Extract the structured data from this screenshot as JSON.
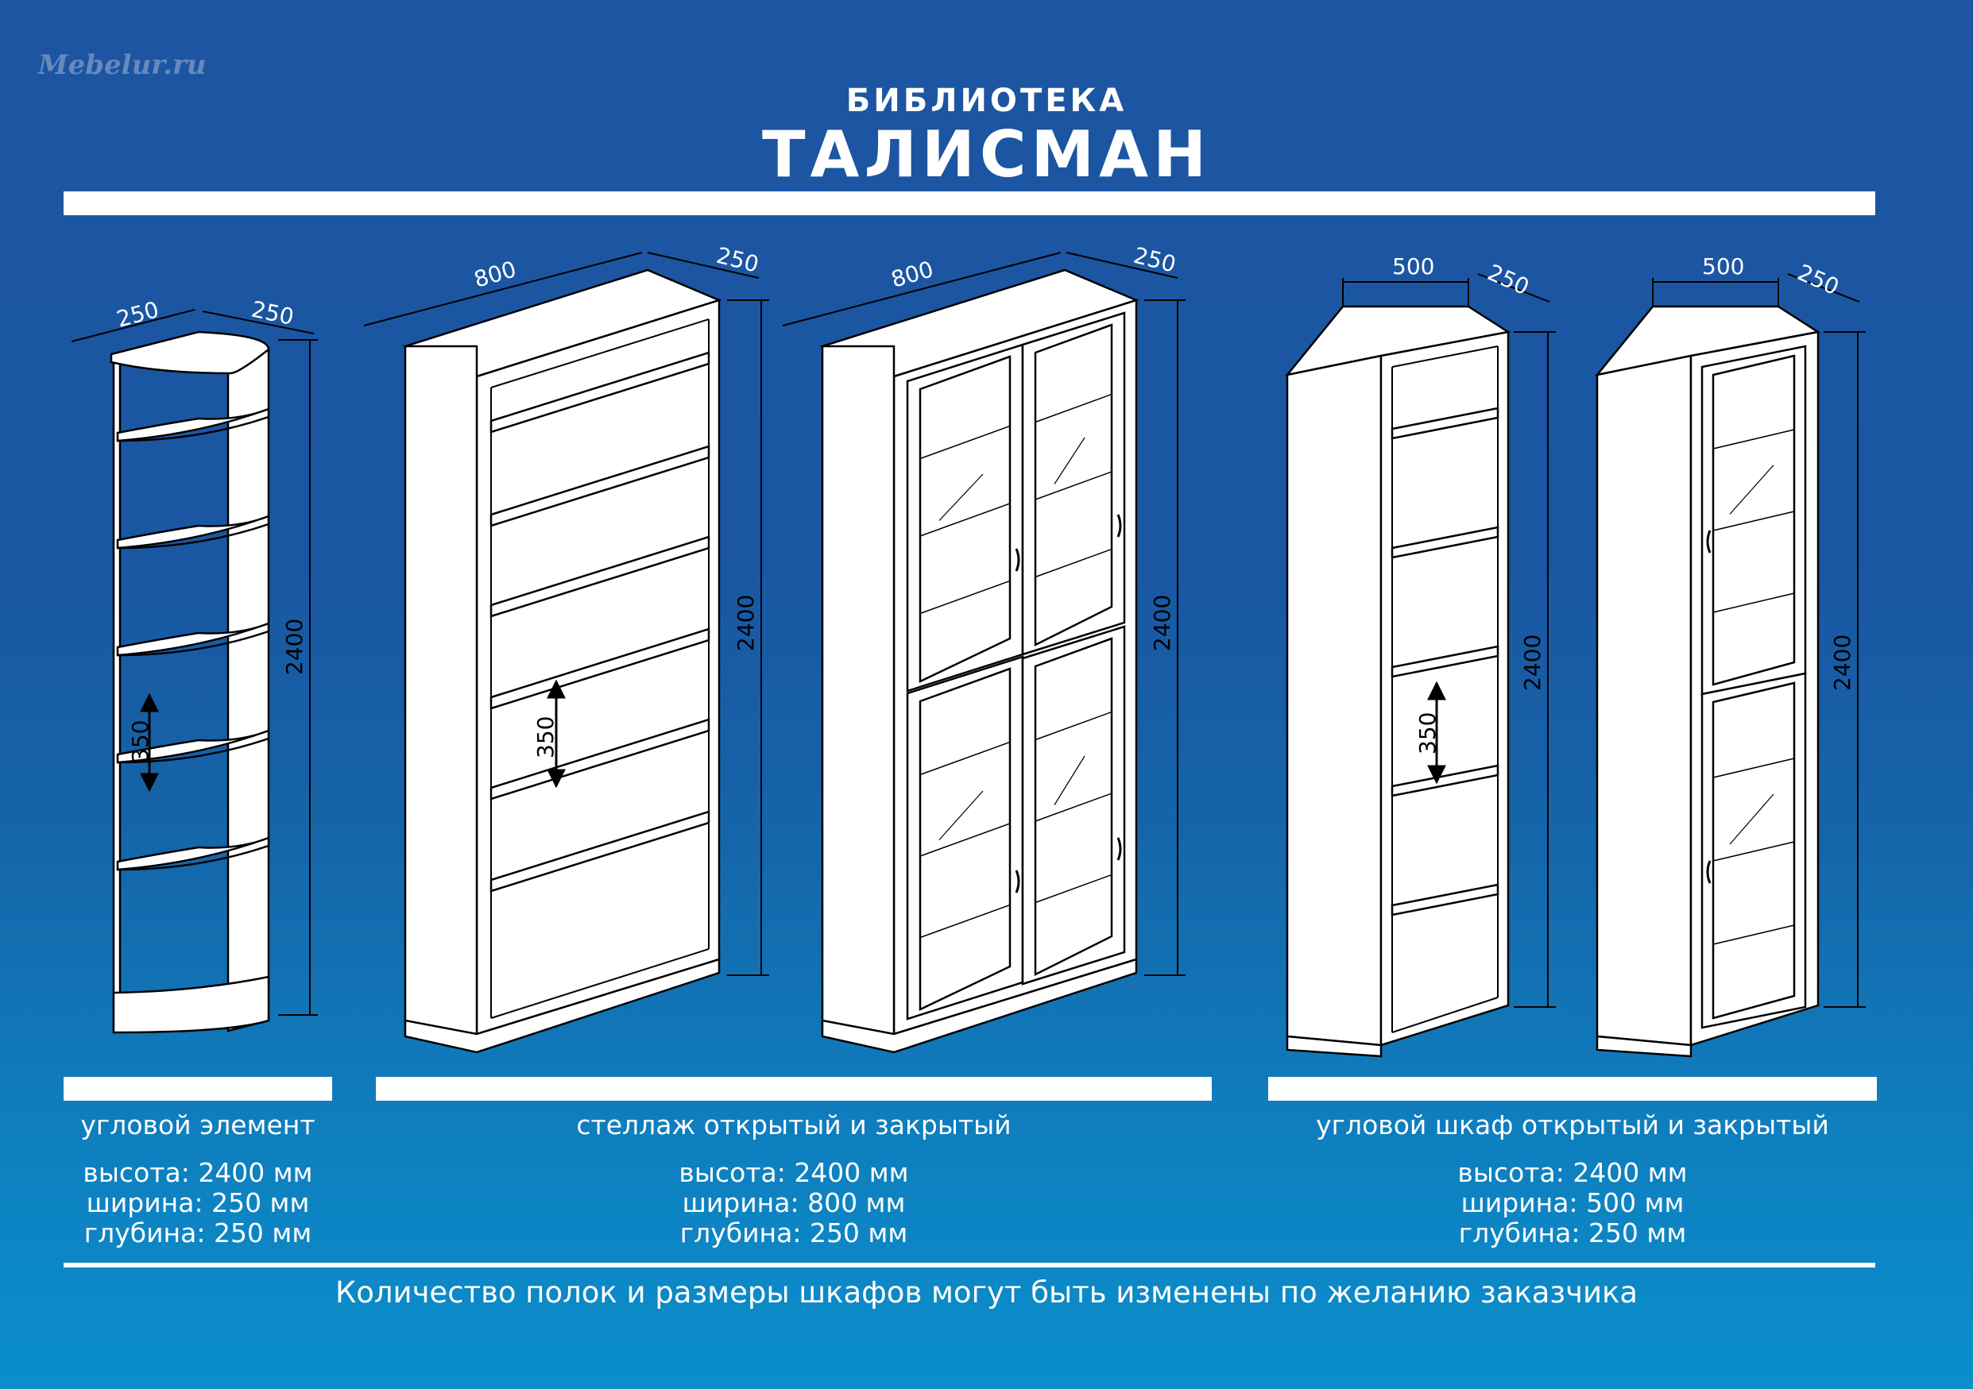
{
  "watermark": "Mebelur.ru",
  "header": {
    "subtitle": "БИБЛИОТЕКА",
    "title": "ТАЛИСМАН"
  },
  "items": [
    {
      "name": "угловой элемент",
      "specs": [
        "высота: 2400 мм",
        "ширина: 250 мм",
        "глубина: 250 мм"
      ],
      "dimensions": {
        "width": "250",
        "depth": "250",
        "height": "2400",
        "shelf_gap": "350"
      }
    },
    {
      "name": "стеллаж открытый и закрытый",
      "specs": [
        "высота: 2400 мм",
        "ширина: 800 мм",
        "глубина: 250 мм"
      ],
      "dimensions": {
        "width": "800",
        "depth": "250",
        "height": "2400",
        "shelf_gap": "350"
      }
    },
    {
      "name": "угловой шкаф открытый и закрытый",
      "specs": [
        "высота: 2400 мм",
        "ширина: 500 мм",
        "глубина: 250 мм"
      ],
      "dimensions": {
        "width": "500",
        "depth": "250",
        "height": "2400",
        "shelf_gap": "350"
      }
    }
  ],
  "footer": "Количество полок и размеры шкафов могут быть изменены по желанию заказчика",
  "colors": {
    "background_top": "#1d55a2",
    "background_bottom": "#0a8fcc",
    "line": "#000000",
    "furniture_fill": "#ffffff"
  }
}
